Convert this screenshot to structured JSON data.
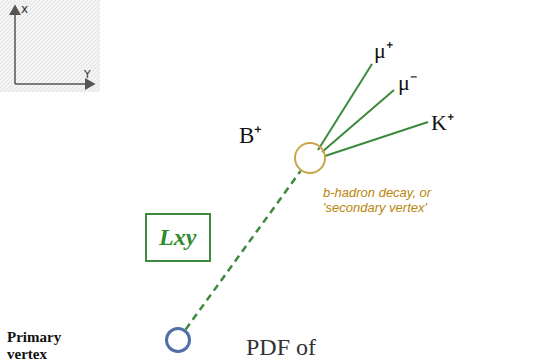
{
  "diagram": {
    "nodes": [
      {
        "text": [
          "Primary vertex"
        ]
      },
      {
        "text": [
          "B⁺",
          "b-hadron decay, or 'secondary vertex'"
        ]
      },
      {
        "text": [
          "Lxy"
        ]
      }
    ],
    "edges": [
      {
        "from": 0,
        "to": 1,
        "arrow": "none"
      }
    ],
    "labels": [
      "x",
      "Y",
      "μ⁺",
      "μ⁻",
      "K⁺",
      "PDF of"
    ]
  }
}
